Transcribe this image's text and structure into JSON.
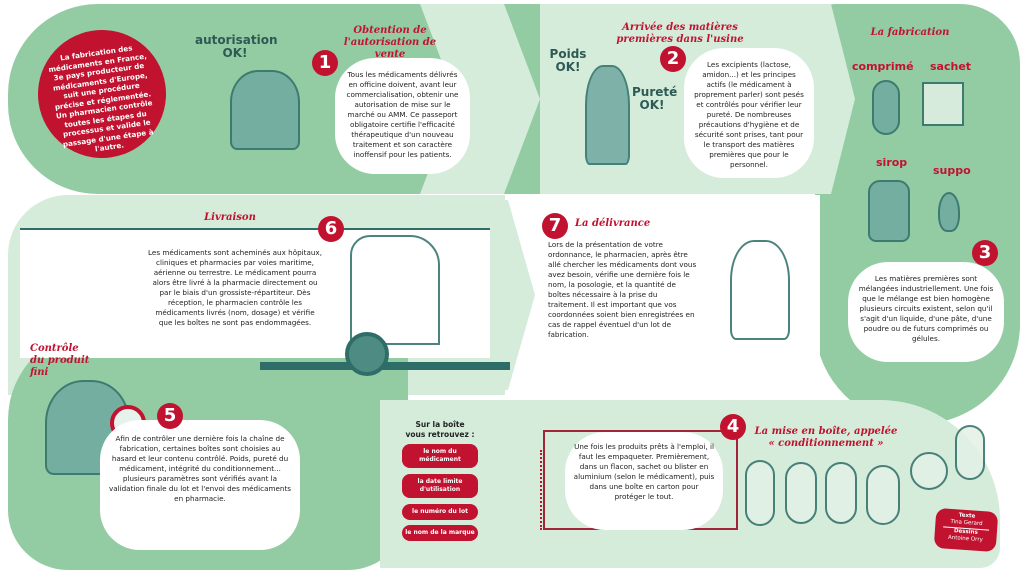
{
  "intro": "La fabrication des médicaments en France, 3e pays producteur de médicaments d'Europe, suit une procédure précise et réglementée. Un pharmacien contrôle toutes les étapes du processus et valide le passage d'une étape à l'autre.",
  "steps": [
    {
      "number": "1",
      "title": "Obtention de l'autorisation de vente",
      "text": "Tous les médicaments délivrés en officine doivent, avant leur commercialisation, obtenir une autorisation de mise sur le marché ou AMM. Ce passeport obligatoire certifie l'efficacité thérapeutique d'un nouveau traitement et son caractère inoffensif pour les patients.",
      "speech": "autorisation OK!"
    },
    {
      "number": "2",
      "title": "Arrivée des matières premières dans l'usine",
      "text": "Les excipients (lactose, amidon...) et les principes actifs (le médicament à proprement parler) sont pesés et contrôlés pour vérifier leur pureté. De nombreuses précautions d'hygiène et de sécurité sont prises, tant pour le transport des matières premières que pour le personnel.",
      "speech1": "Poids OK!",
      "speech2": "Pureté OK!"
    },
    {
      "number": "3",
      "title": "La fabrication",
      "text": "Les matières premières sont mélangées industriellement. Une fois que le mélange est bien homogène plusieurs circuits existent, selon qu'il s'agit d'un liquide, d'une pâte, d'une poudre ou de futurs comprimés ou gélules.",
      "forms": [
        "comprimé",
        "sachet",
        "sirop",
        "suppo"
      ]
    },
    {
      "number": "4",
      "title": "La mise en boîte, appelée « conditionnement »",
      "text": "Une fois les produits prêts à l'emploi, il faut les empaqueter. Premièrement, dans un flacon, sachet ou blister en aluminium (selon le médicament), puis dans une boîte en carton pour protéger le tout.",
      "box_heading": "Sur la boîte vous retrouvez :",
      "box_items": [
        "le nom du médicament",
        "la date limite d'utilisation",
        "le numéro du lot",
        "le nom de la marque"
      ]
    },
    {
      "number": "5",
      "title": "Contrôle du produit fini",
      "text": "Afin de contrôler une dernière fois la chaîne de fabrication, certaines boîtes sont choisies au hasard et leur contenu contrôlé. Poids, pureté du médicament, intégrité du conditionnement... plusieurs paramètres sont vérifiés avant la validation finale du lot et l'envoi des médicaments en pharmacie."
    },
    {
      "number": "6",
      "title": "Livraison",
      "text": "Les médicaments sont acheminés aux hôpitaux, cliniques et pharmacies par voies maritime, aérienne ou terrestre. Le médicament pourra alors être livré à la pharmacie directement ou par le biais d'un grossiste-répartiteur. Dès réception, le pharmacien contrôle les médicaments livrés (nom, dosage) et vérifie que les boîtes ne sont pas endommagées."
    },
    {
      "number": "7",
      "title": "La délivrance",
      "text": "Lors de la présentation de votre ordonnance, le pharmacien, après être allé chercher les médicaments dont vous avez besoin, vérifie une dernière fois le nom, la posologie, et la quantité de boîtes nécessaire à la prise du traitement. Il est important que vos coordonnées soient bien enregistrées en cas de rappel éventuel d'un lot de fabrication."
    }
  ],
  "credits": {
    "text_label": "Texte",
    "text_author": "Tina Gerard",
    "drawings_label": "Dessins",
    "drawings_author": "Antoine Orry"
  },
  "colors": {
    "green": "#93cba3",
    "light_green": "#d5ecdb",
    "red": "#c1122f"
  }
}
